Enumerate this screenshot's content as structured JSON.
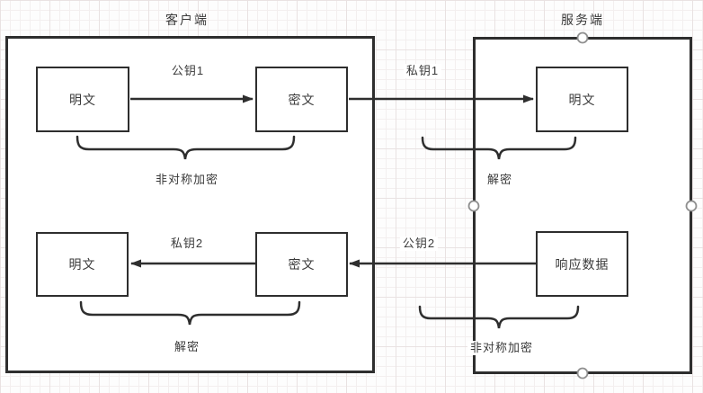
{
  "diagram": {
    "client": {
      "title": "客户端",
      "plain_top": "明文",
      "cipher_top": "密文",
      "plain_bottom": "明文",
      "cipher_bottom": "密文",
      "key_top": "公钥1",
      "key_bottom": "私钥2",
      "encrypt_label": "非对称加密",
      "decrypt_label": "解密"
    },
    "server": {
      "title": "服务端",
      "plain": "明文",
      "response": "响应数据",
      "key_top": "私钥1",
      "key_bottom": "公钥2",
      "decrypt_label": "解密",
      "encrypt_label": "非对称加密"
    },
    "colors": {
      "stroke": "#2e2e2e",
      "text": "#3a3a3a",
      "handle_stroke": "#8f8f8f",
      "handle_fill": "#ffffff",
      "grid_major": "#e9e2e2",
      "grid_minor": "#f3efef",
      "shape_fill": "#ffffff"
    }
  }
}
